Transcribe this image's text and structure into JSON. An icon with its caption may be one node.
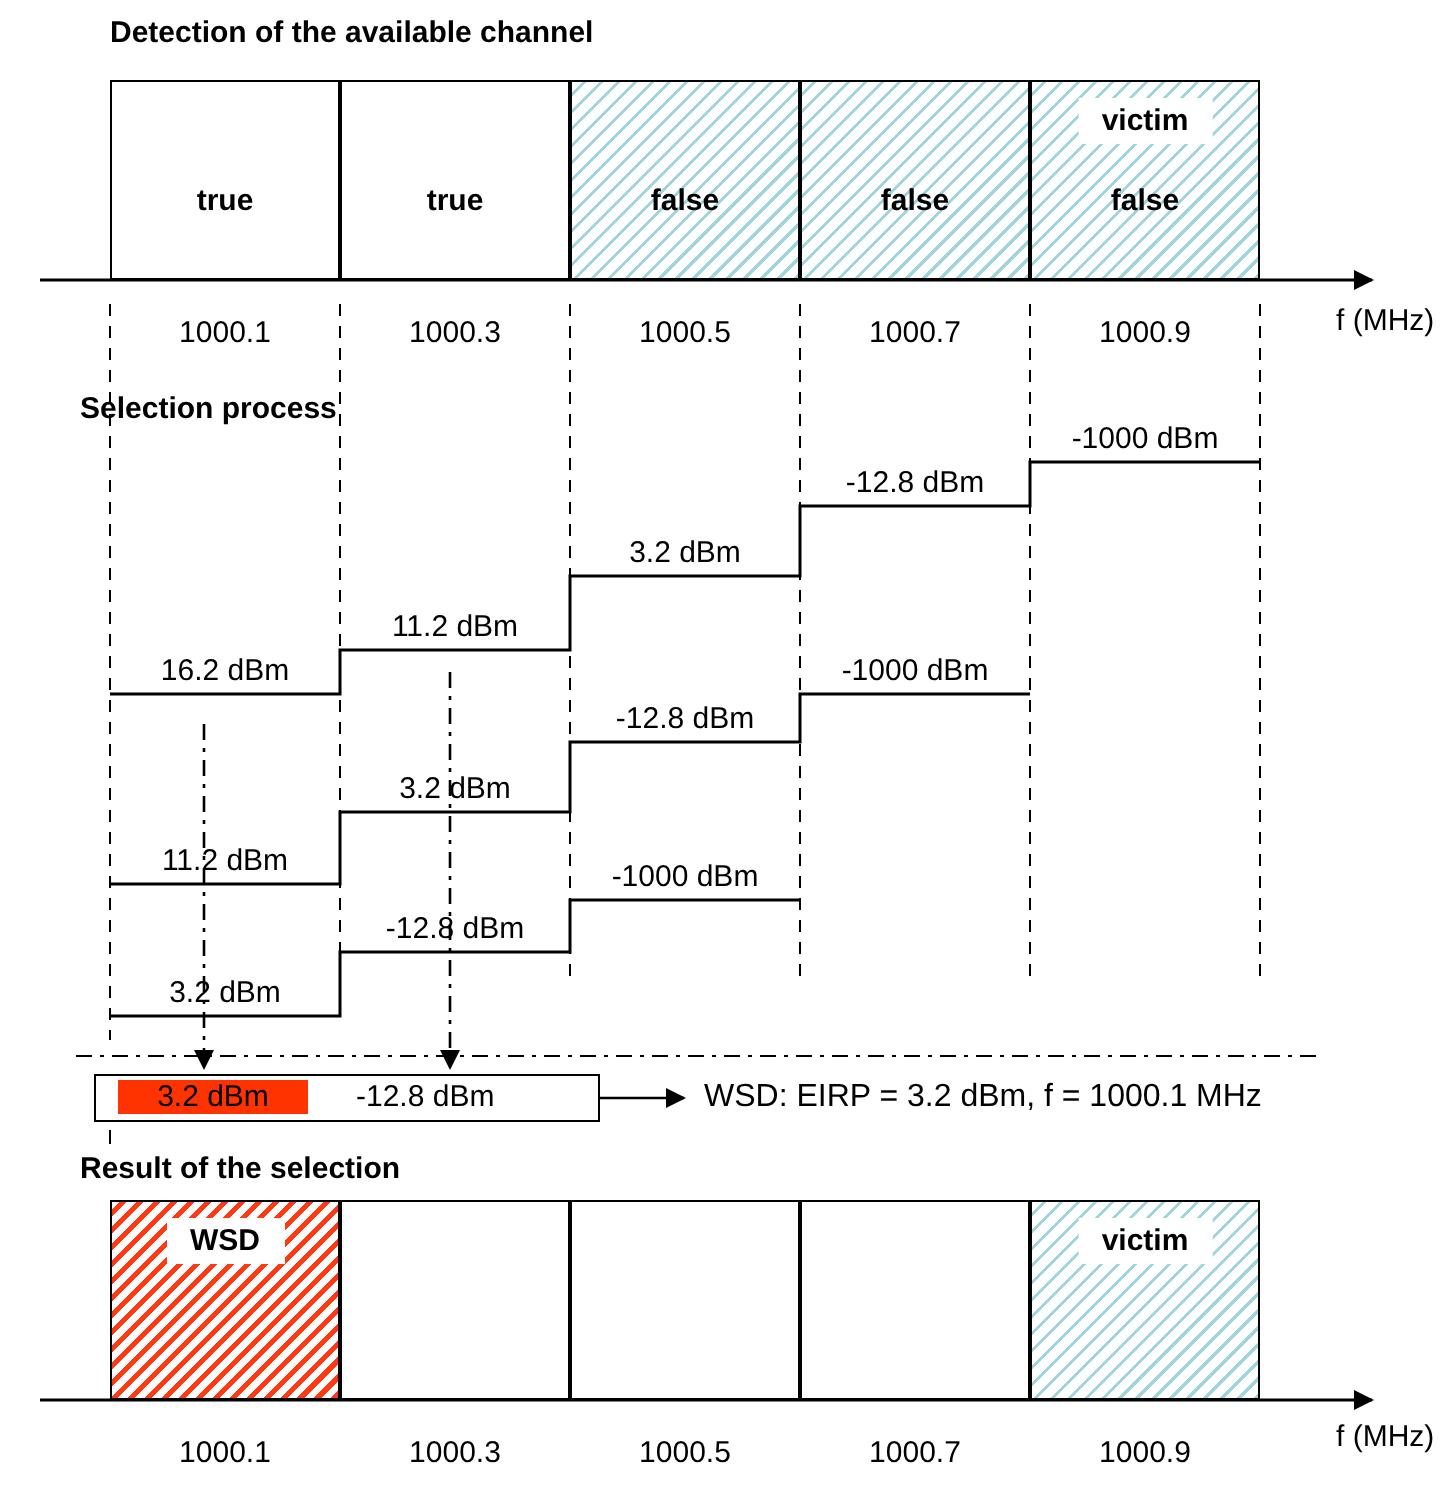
{
  "diagram": {
    "nodes": [
      {
        "text": [
          "true"
        ]
      },
      {
        "text": [
          "true"
        ]
      },
      {
        "text": [
          "false"
        ]
      },
      {
        "text": [
          "false"
        ]
      },
      {
        "text": [
          "victim",
          "false"
        ]
      },
      {
        "text": [
          "3.2 dBm",
          "-12.8 dBm"
        ]
      },
      {
        "text": [
          "WSD: EIRP = 3.2 dBm, f = 1000.1 MHz"
        ]
      },
      {
        "text": [
          "WSD"
        ]
      },
      {
        "text": [],
        "shape": "box"
      },
      {
        "text": [],
        "shape": "box"
      },
      {
        "text": [],
        "shape": "box"
      },
      {
        "text": [
          "victim"
        ]
      }
    ],
    "edges": [
      {
        "from": null,
        "to": 5,
        "arrow": "to",
        "style": "dashed"
      },
      {
        "from": null,
        "to": 5,
        "arrow": "to",
        "style": "dashed"
      },
      {
        "from": 5,
        "to": 6,
        "arrow": "to"
      }
    ],
    "labels": [
      "Detection of the available channel",
      "1000.1",
      "1000.3",
      "1000.5",
      "1000.7",
      "1000.9",
      "f (MHz)",
      "Selection process",
      "-1000 dBm",
      "-12.8 dBm",
      "3.2 dBm",
      "11.2 dBm",
      "16.2 dBm",
      "-1000 dBm",
      "-12.8 dBm",
      "3.2 dBm",
      "11.2 dBm",
      "-1000 dBm",
      "-12.8 dBm",
      "3.2 dBm",
      "Result of the selection",
      "1000.1",
      "1000.3",
      "1000.5",
      "1000.7",
      "1000.9",
      "f (MHz)"
    ]
  }
}
